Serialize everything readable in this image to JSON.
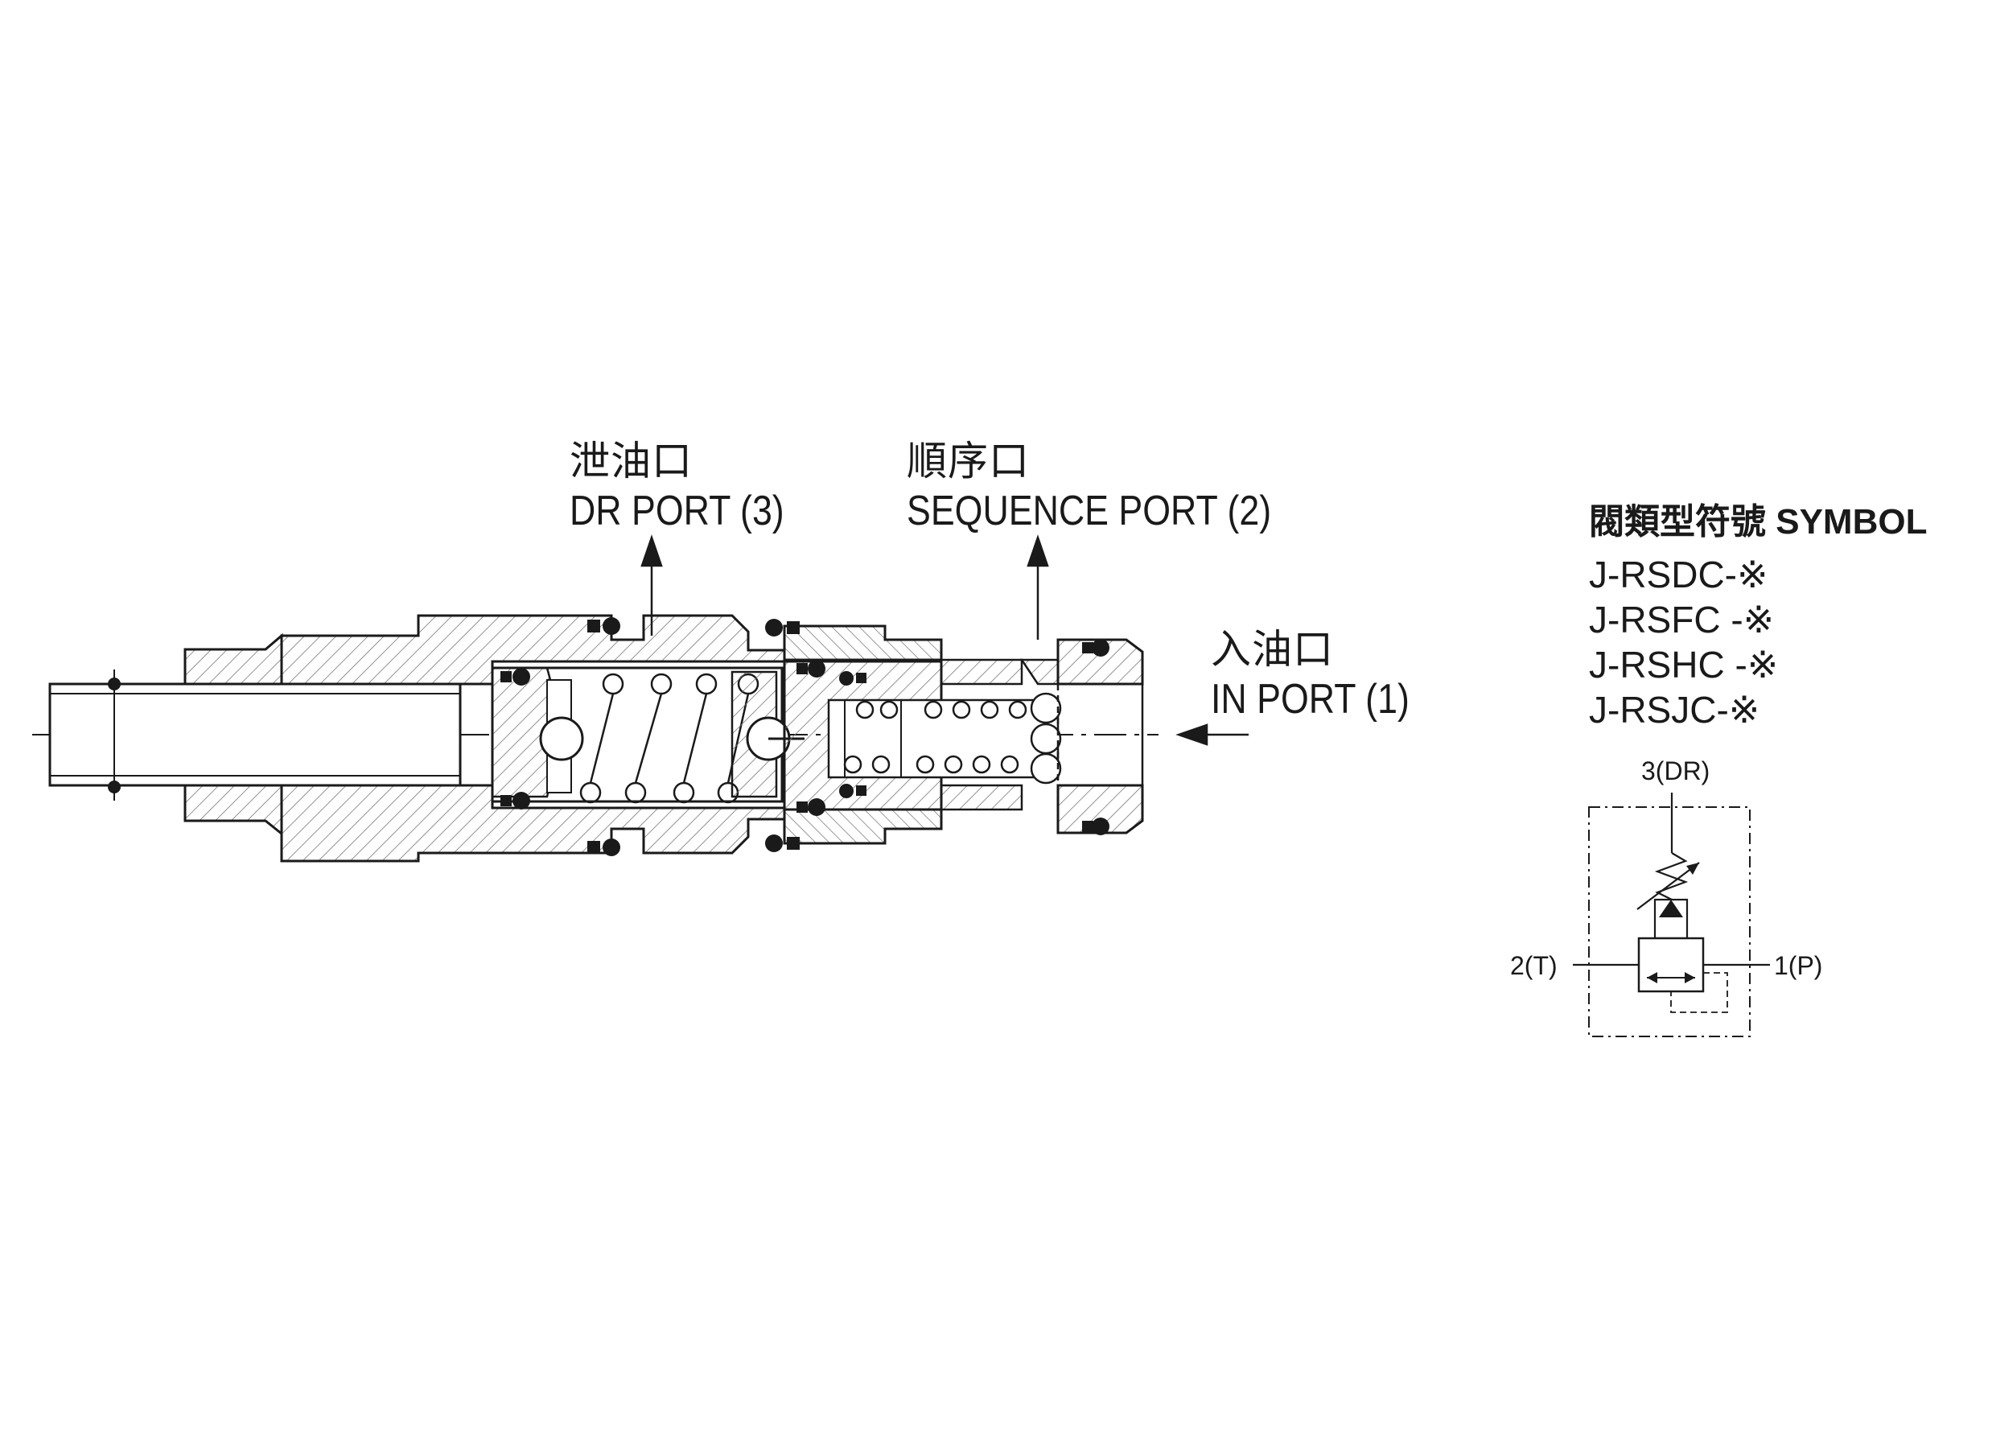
{
  "ports": {
    "dr": {
      "cn": "泄油口",
      "en": "DR PORT (3)"
    },
    "sequence": {
      "cn": "順序口",
      "en": "SEQUENCE PORT (2)"
    },
    "in": {
      "cn": "入油口",
      "en": "IN PORT (1)"
    }
  },
  "symbol_block": {
    "title": "閥類型符號 SYMBOL",
    "models": [
      "J-RSDC-※",
      "J-RSFC -※",
      "J-RSHC -※",
      "J-RSJC-※"
    ]
  },
  "symbol_diagram": {
    "top_label": "3(DR)",
    "left_label": "2(T)",
    "right_label": "1(P)"
  },
  "colors": {
    "line": "#1a1a1a",
    "hatch": "#666666",
    "background": "#ffffff"
  }
}
